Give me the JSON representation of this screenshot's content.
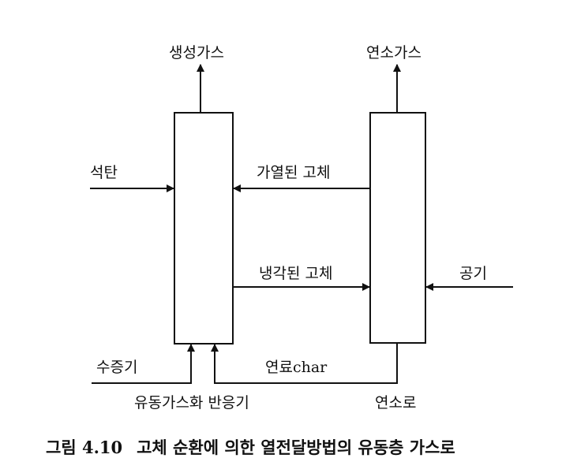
{
  "labels": {
    "product_gas": "생성가스",
    "flue_gas": "연소가스",
    "coal": "석탄",
    "heated_solids": "가열된 고체",
    "cooled_solids": "냉각된 고체",
    "air": "공기",
    "steam": "수증기",
    "fuel_char": "연료char",
    "gasifier": "유동가스화 반응기",
    "combustor": "연소로"
  },
  "caption": {
    "number": "그림 4.10",
    "title": "고체 순환에 의한 열전달방법의 유동층 가스로"
  },
  "colors": {
    "ink": "#111111",
    "background": "#ffffff"
  }
}
